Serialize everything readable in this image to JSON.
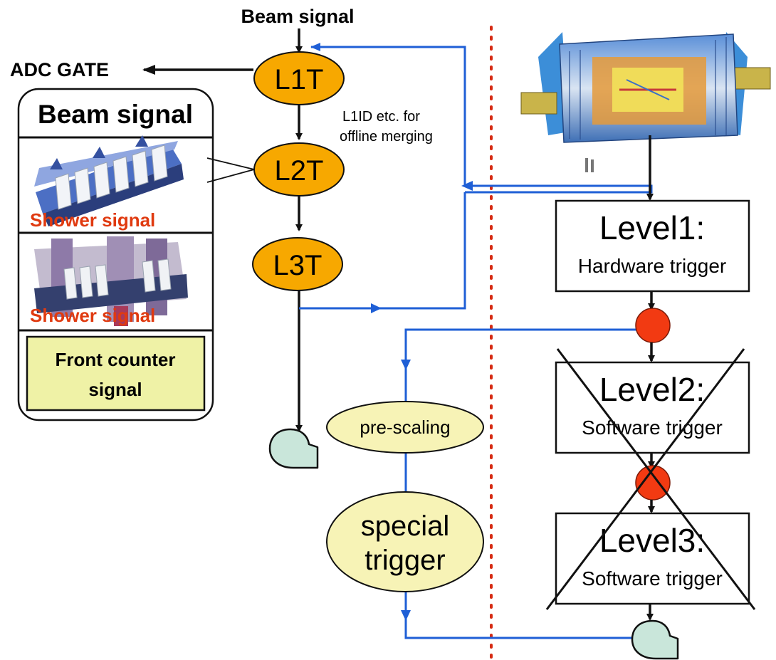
{
  "left_flow": {
    "top_label": "Beam signal",
    "adc_label": "ADC GATE",
    "nodes": [
      "L1T",
      "L2T",
      "L3T"
    ],
    "note_line1": "L1ID etc. for",
    "note_line2": "offline merging"
  },
  "signal_panel": {
    "title": "Beam signal",
    "shower_label_1": "Shower signal",
    "shower_label_2": "Shower signal",
    "front_line1": "Front counter",
    "front_line2": "signal"
  },
  "middle_flow": {
    "prescale": "pre-scaling",
    "special_line1": "special",
    "special_line2": "trigger"
  },
  "right_flow": {
    "level1_title": "Level1:",
    "level1_sub": "Hardware trigger",
    "level2_title": "Level2:",
    "level2_sub": "Software trigger",
    "level3_title": "Level3:",
    "level3_sub": "Software trigger"
  },
  "icons": [
    "detector-image",
    "storage-icon",
    "ellipse-node",
    "decision-dot"
  ],
  "colors": {
    "orange": "#F7A800",
    "blue_line": "#1F5FD6",
    "red_dot": "#F23A12",
    "red_text": "#E03A10",
    "pale_yellow": "#F7F3B6",
    "panel_yellow": "#EFF2A6",
    "storage_green": "#C9E6DA",
    "dotted_red": "#D62A12"
  }
}
